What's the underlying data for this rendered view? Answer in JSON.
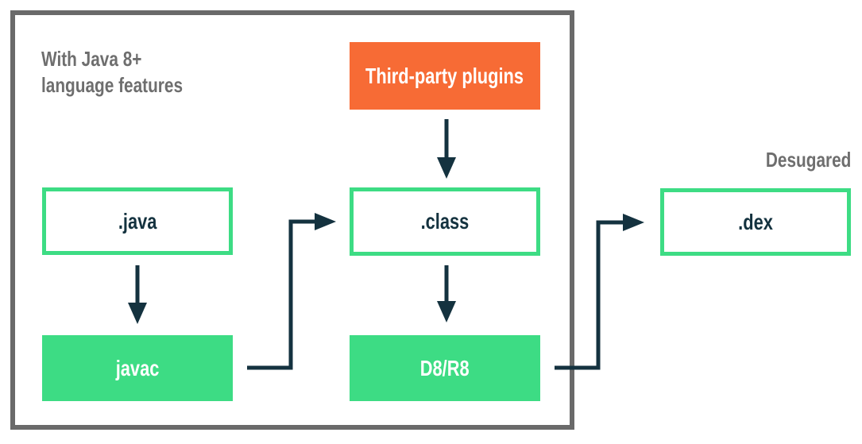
{
  "diagram": {
    "note": {
      "line1": "With Java 8+",
      "line2": "language features"
    },
    "desugared_label": "Desugared",
    "nodes": {
      "plugins": {
        "label": "Third-party plugins",
        "kind": "external-input"
      },
      "java": {
        "label": ".java",
        "kind": "file"
      },
      "class": {
        "label": ".class",
        "kind": "file"
      },
      "dex": {
        "label": ".dex",
        "kind": "file"
      },
      "javac": {
        "label": "javac",
        "kind": "compiler"
      },
      "d8r8": {
        "label": "D8/R8",
        "kind": "compiler"
      }
    },
    "edges": [
      {
        "from": ".java",
        "to": "javac"
      },
      {
        "from": "Third-party plugins",
        "to": ".class"
      },
      {
        "from": "javac",
        "to": ".class"
      },
      {
        "from": ".class",
        "to": "D8/R8"
      },
      {
        "from": "D8/R8",
        "to": ".dex"
      }
    ],
    "colors": {
      "accent_green": "#3ddc84",
      "accent_orange": "#f76b35",
      "arrow_navy": "#14323f",
      "boundary_gray": "#6a6a6a",
      "note_gray": "#6e6e6e",
      "file_text_navy": "#14323f"
    }
  }
}
